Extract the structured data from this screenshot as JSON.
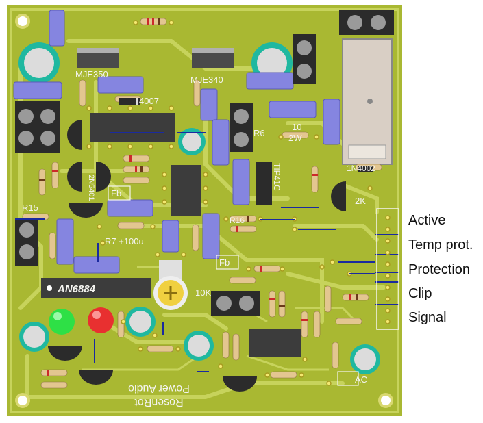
{
  "board": {
    "ic_main": "AN6884",
    "mje_left": "MJE350",
    "mje_right": "MJE340",
    "diode": "4007",
    "tip": "TIP41C",
    "resistor_10w": "10",
    "resistor_2w": "2W",
    "relay_part": "1N4002",
    "r15": "R15",
    "r7": "R7 +100u",
    "r16": "R16",
    "r6": "R6",
    "fb1": "Fb",
    "fb2": "Fb",
    "tenk": "10K",
    "twok": "2K",
    "ac": "AC",
    "brand_line1": "RosenRot",
    "brand_line2": "Power Audio",
    "n2": "2N5401"
  },
  "legend": {
    "items": [
      {
        "label": "Active"
      },
      {
        "label": "Temp prot."
      },
      {
        "label": "Protection"
      },
      {
        "label": "Clip"
      },
      {
        "label": "Signal"
      }
    ]
  },
  "colors": {
    "board": "#a9b832",
    "trace": "#c7d35c",
    "silk": "#f4f4f0",
    "component_blue": "#8585e0",
    "terminal": "#2b2b2b",
    "led_green": "#2ee046",
    "led_red": "#e83030",
    "cap_teal": "#1fb8a0"
  }
}
